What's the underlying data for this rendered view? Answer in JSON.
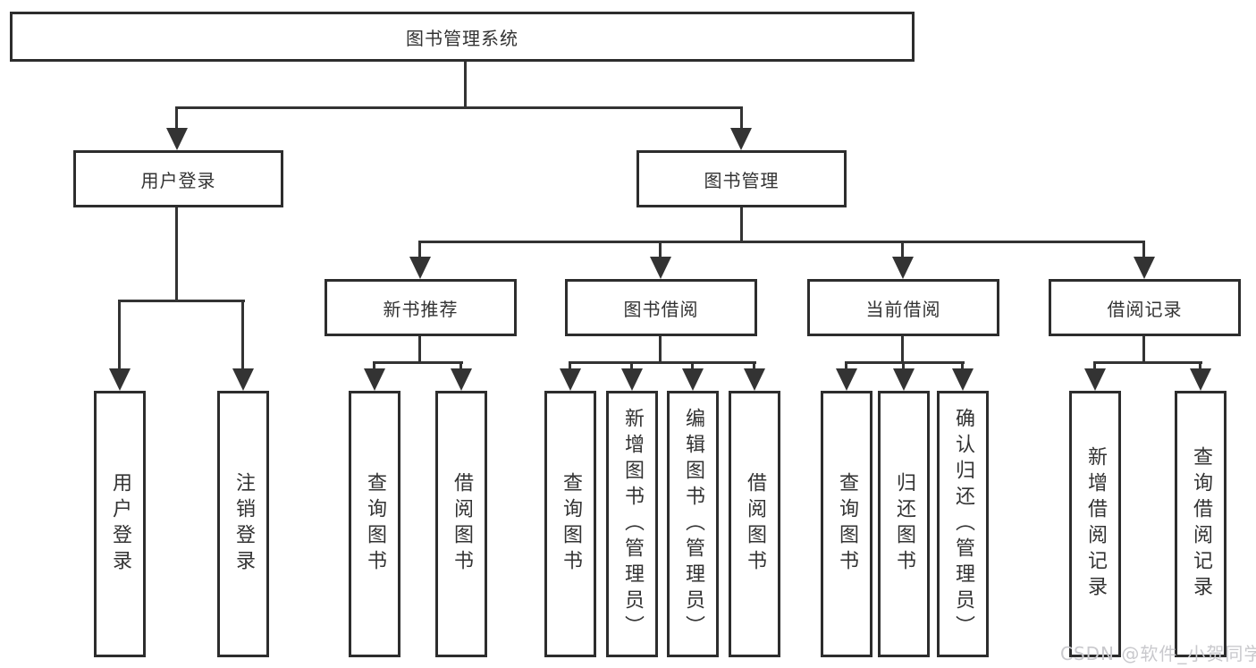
{
  "title": "图书管理系统",
  "tree": {
    "root": {
      "label": "图书管理系统"
    },
    "branches": [
      {
        "label": "用户登录",
        "children": [
          {
            "label": "用户登录"
          },
          {
            "label": "注销登录"
          }
        ]
      },
      {
        "label": "图书管理",
        "children": [
          {
            "label": "新书推荐",
            "children": [
              {
                "label": "查询图书"
              },
              {
                "label": "借阅图书"
              }
            ]
          },
          {
            "label": "图书借阅",
            "children": [
              {
                "label": "查询图书"
              },
              {
                "label": "新增图书（管理员）"
              },
              {
                "label": "编辑图书（管理员）"
              },
              {
                "label": "借阅图书"
              }
            ]
          },
          {
            "label": "当前借阅",
            "children": [
              {
                "label": "查询图书"
              },
              {
                "label": "归还图书"
              },
              {
                "label": "确认归还（管理员）"
              }
            ]
          },
          {
            "label": "借阅记录",
            "children": [
              {
                "label": "新增借阅记录"
              },
              {
                "label": "查询借阅记录"
              }
            ]
          }
        ]
      }
    ]
  },
  "watermark": "CSDN @软件_小贺同学",
  "colors": {
    "line": "#333333",
    "box_border": "#2d2d2d",
    "background": "#ffffff",
    "watermark": "#c9c9cd"
  }
}
